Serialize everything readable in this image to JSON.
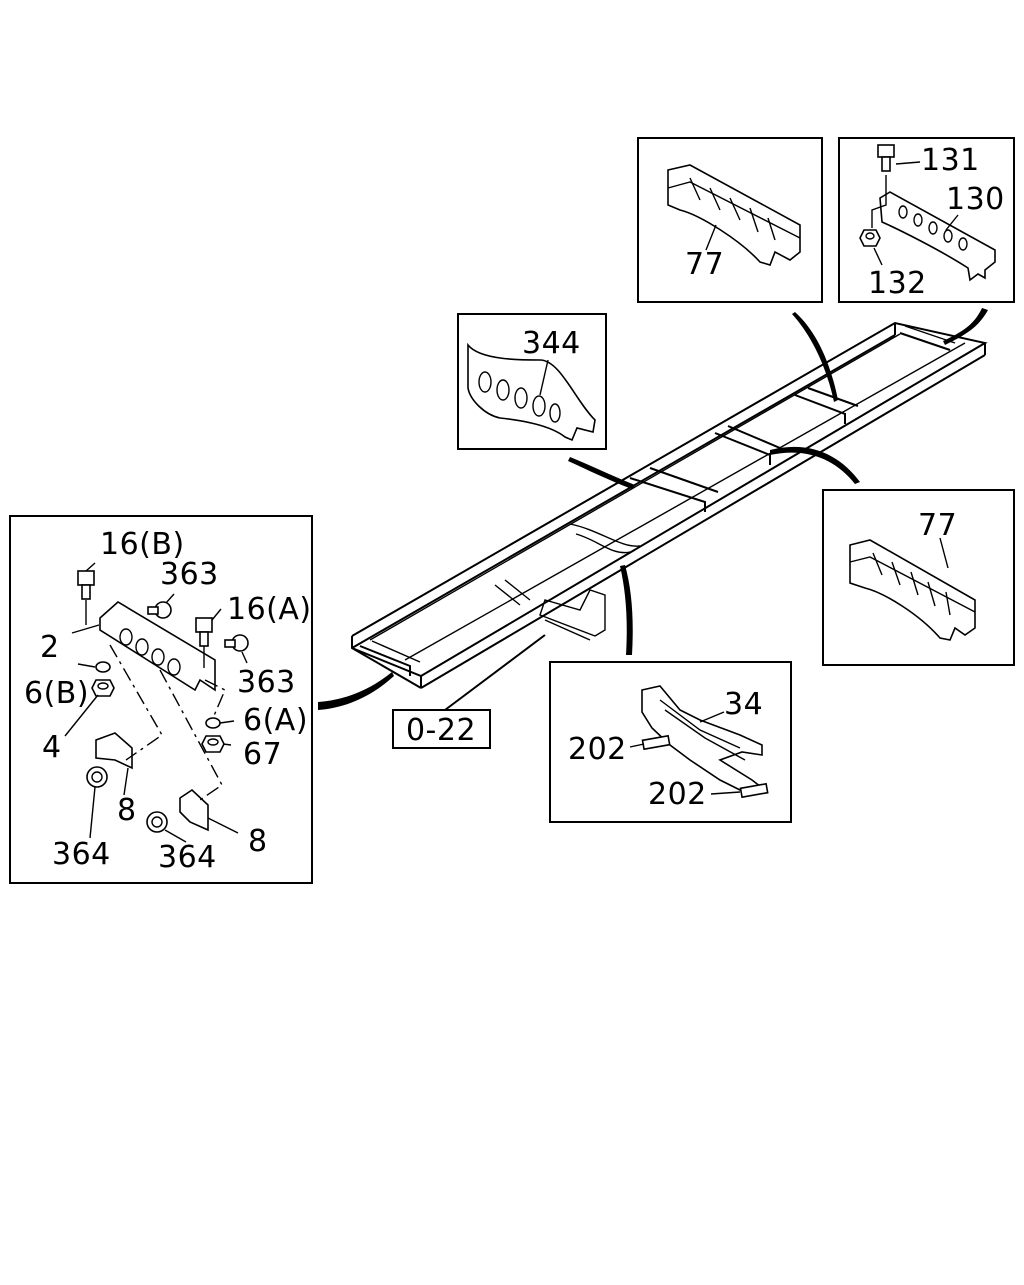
{
  "reference": "0-22",
  "labels": {
    "l16b": "16(B)",
    "l363a": "363",
    "l16a": "16(A)",
    "l2": "2",
    "l363b": "363",
    "l6b": "6(B)",
    "l6a": "6(A)",
    "l4": "4",
    "l67": "67",
    "l8a": "8",
    "l8b": "8",
    "l364a": "364",
    "l364b": "364",
    "l344": "344",
    "l77a": "77",
    "l131": "131",
    "l130": "130",
    "l132": "132",
    "l77b": "77",
    "l34": "34",
    "l202a": "202",
    "l202b": "202"
  }
}
